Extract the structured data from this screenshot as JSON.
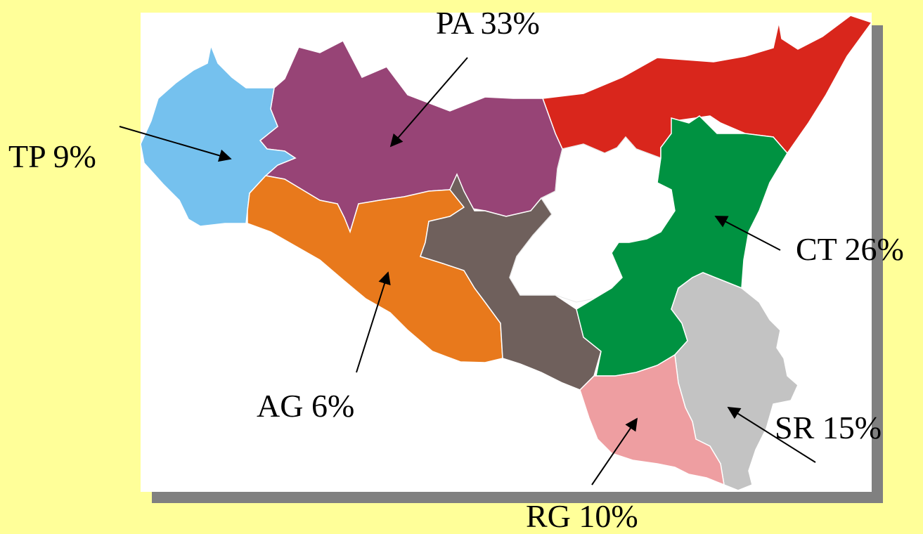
{
  "map": {
    "provinces": [
      {
        "id": "TP",
        "label": "TP 9%",
        "color": "#75C1EE"
      },
      {
        "id": "PA",
        "label": "PA 33%",
        "color": "#974476"
      },
      {
        "id": "ME",
        "label": "",
        "color": "#D9261C"
      },
      {
        "id": "AG",
        "label": "AG 6%",
        "color": "#E8791C"
      },
      {
        "id": "CL",
        "label": "",
        "color": "#6F605C"
      },
      {
        "id": "EN",
        "label": "",
        "color": "#FFFFFF"
      },
      {
        "id": "CT",
        "label": "CT 26%",
        "color": "#009241"
      },
      {
        "id": "SR",
        "label": "SR 15%",
        "color": "#C3C3C3"
      },
      {
        "id": "RG",
        "label": "RG 10%",
        "color": "#EE9EA1"
      }
    ],
    "colors": {
      "background": "#FFFF99",
      "panel": "#FFFFFF",
      "shadow": "#808080",
      "arrow": "#000000"
    }
  }
}
